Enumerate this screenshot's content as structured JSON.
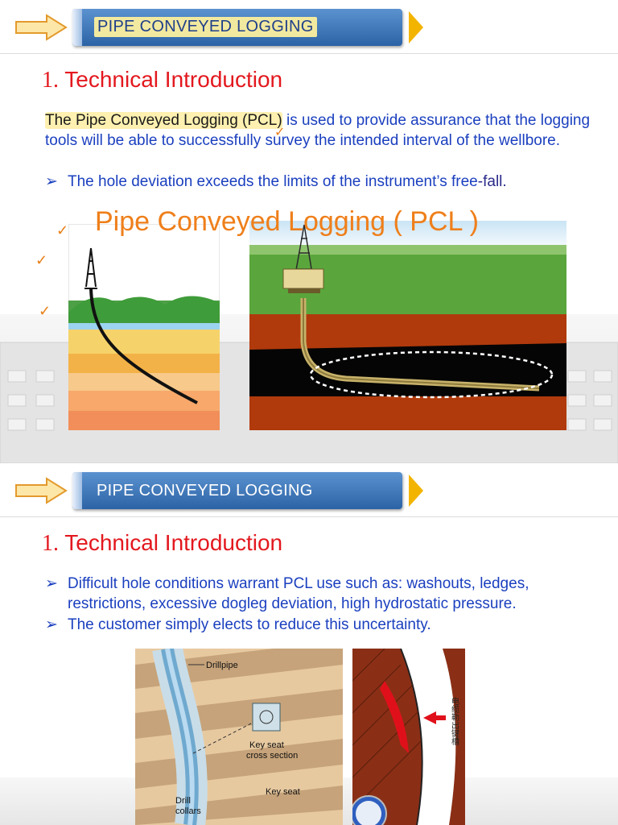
{
  "slides": [
    {
      "banner_title": "PIPE CONVEYED LOGGING",
      "heading_number": "1.",
      "heading_text": "Technical Introduction",
      "intro_highlight": "The Pipe Conveyed Logging (PCL)",
      "intro_rest": " is used to provide assurance that the logging tools will be able to successfully survey the intended interval of the wellbore.",
      "bullet_1_a": "The hole deviation exceeds the limits of the instrument’s free",
      "bullet_1_b": "-fall.",
      "figure_title": "Pipe Conveyed Logging ( PCL )"
    },
    {
      "banner_title": "PIPE CONVEYED LOGGING",
      "heading_number": "1.",
      "heading_text": "Technical Introduction",
      "bullet_1": "Difficult hole conditions warrant PCL use such as: washouts, ledges, restrictions, excessive dogleg deviation, high hydrostatic pressure.",
      "bullet_2": "The customer simply elects to reduce this uncertainty.",
      "fig_labels": {
        "drillpipe": "Drillpipe",
        "keyseat_cross_1": "Key seat",
        "keyseat_cross_2": "cross section",
        "keyseat": "Key seat",
        "drill_1": "Drill",
        "drill_2": "collars"
      },
      "chinese_vertical": "电缆勒出键槽"
    }
  ],
  "bullet_marker": "➢",
  "check_mark": "✓",
  "colors": {
    "banner": "#3a72b8",
    "heading": "#e3181e",
    "body": "#1a3fbf",
    "accent": "#ef7f1a"
  }
}
